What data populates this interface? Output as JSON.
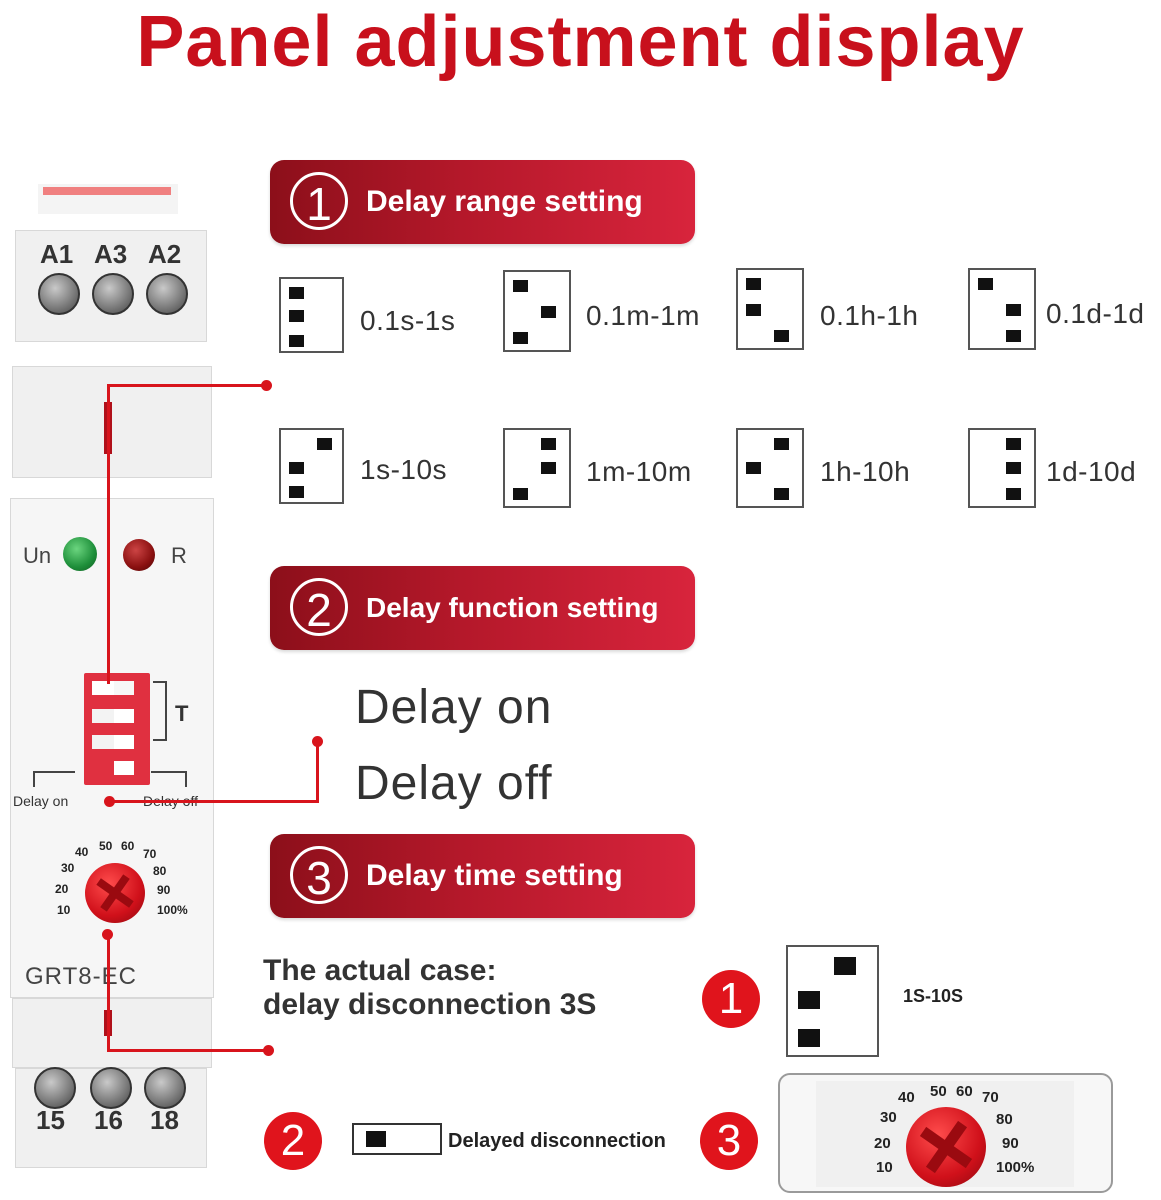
{
  "title": "Panel adjustment display",
  "sections": [
    {
      "number": "1",
      "label": "Delay range setting"
    },
    {
      "number": "2",
      "label": "Delay function setting"
    },
    {
      "number": "3",
      "label": "Delay time setting"
    }
  ],
  "ranges_row1": [
    "0.1s-1s",
    "0.1m-1m",
    "0.1h-1h",
    "0.1d-1d"
  ],
  "ranges_row2": [
    "1s-10s",
    "1m-10m",
    "1h-10h",
    "1d-10d"
  ],
  "functions": [
    "Delay on",
    "Delay off"
  ],
  "device": {
    "terminals_top": [
      "A1",
      "A3",
      "A2"
    ],
    "terminals_bottom": [
      "15",
      "16",
      "18"
    ],
    "led_un": "Un",
    "led_r": "R",
    "t_label": "T",
    "delay_on": "Delay on",
    "delay_off": "Delay off",
    "model": "GRT8-EC",
    "dial": [
      "10",
      "20",
      "30",
      "40",
      "50",
      "60",
      "70",
      "80",
      "90",
      "100%"
    ],
    "colors": {
      "led_green": "#1e8f3a",
      "led_red": "#8a1010",
      "accent": "#c8101c"
    }
  },
  "case": {
    "line1": "The actual case:",
    "line2": "delay disconnection 3S",
    "num1": "1",
    "num2": "2",
    "num3": "3",
    "range_label": "1S-10S",
    "switch_label": "Delayed disconnection",
    "dial": [
      "10",
      "20",
      "30",
      "40",
      "50",
      "60",
      "70",
      "80",
      "90",
      "100%"
    ]
  }
}
